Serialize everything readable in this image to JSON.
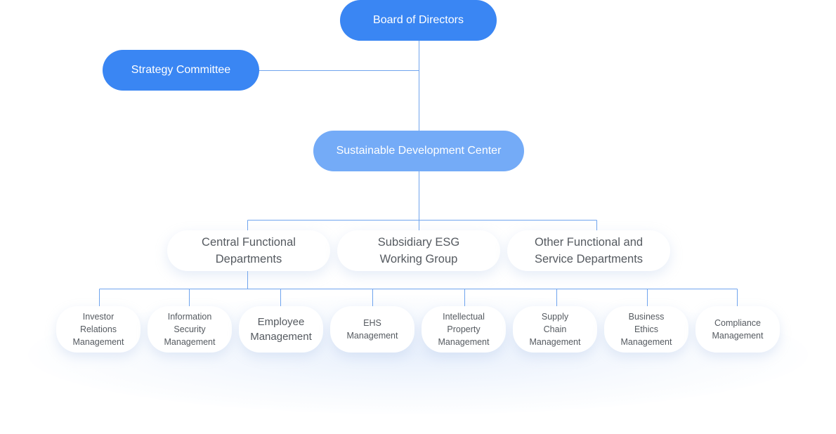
{
  "colors": {
    "primary": "#3a86f3",
    "secondary": "#74abf7",
    "line": "#6fa4ee",
    "text": "#555a60"
  },
  "board": "Board of Directors",
  "strategy_committee": "Strategy Committee",
  "sustainable_center": "Sustainable Development Center",
  "departments": [
    "Central Functional\nDepartments",
    "Subsidiary ESG\nWorking Group",
    "Other Functional and\nService Departments"
  ],
  "sub_units": [
    "Investor\nRelations\nManagement",
    "Information\nSecurity\nManagement",
    "Employee\nManagement",
    "EHS\nManagement",
    "Intellectual\nProperty\nManagement",
    "Supply\nChain\nManagement",
    "Business\nEthics\nManagement",
    "Compliance\nManagement"
  ]
}
